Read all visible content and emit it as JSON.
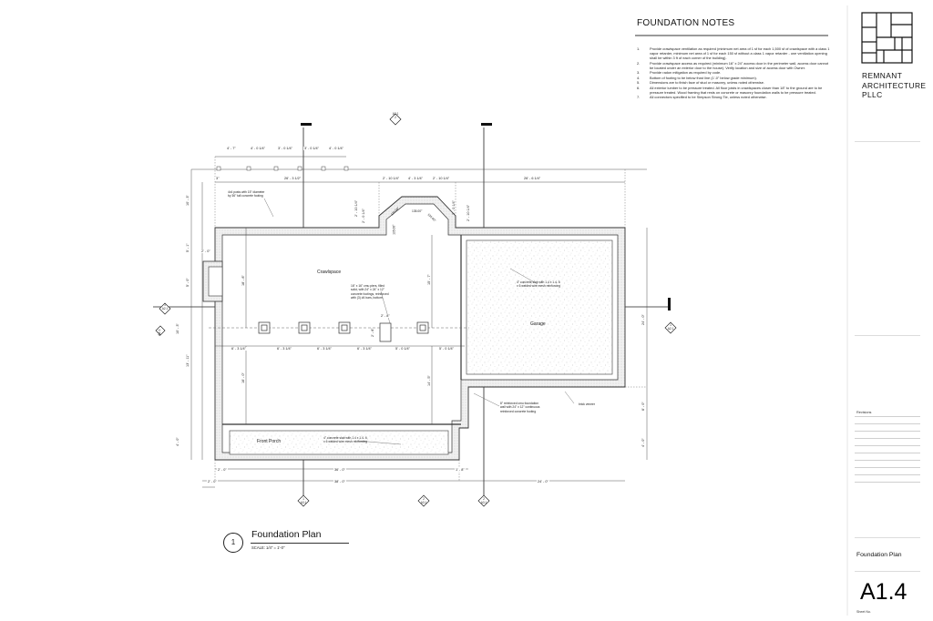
{
  "notes": {
    "title": "FOUNDATION NOTES",
    "items": [
      {
        "num": "1.",
        "text": "Provide crawlspace ventilation as required (minimum net area of 1 sf for each 1,500 sf of crawlspace with a class 1 vapor retarder, minimum net area of 1 sf for each 150 sf without a class 1 vapor retarder - one ventilation opening shall be within 3 ft of each corner of the building)."
      },
      {
        "num": "2.",
        "text": "Provide crawlspace access as required (minimum 16\" x 24\" access door in the perimeter wall, access door cannot be located under an exterior door to the house). Verify location and size of access door with Owner."
      },
      {
        "num": "3.",
        "text": "Provide radon mitigation as required by code."
      },
      {
        "num": "4.",
        "text": "Bottom of footing to be below frost line (1'-0\" below grade minimum)."
      },
      {
        "num": "5.",
        "text": "Dimensions are to finish face of stud or masonry, unless noted otherwise."
      },
      {
        "num": "6.",
        "text": "All exterior lumber to be pressure treated. All floor joists in crawlspaces closer than 18\" to the ground are to be pressure treated. Wood framing that rests on concrete or masonry foundation walls to be pressure treated."
      },
      {
        "num": "7.",
        "text": "All connectors specified to be Simpson Strong Tie, unless noted otherwise."
      }
    ]
  },
  "titleblock": {
    "firm_line1": "REMNANT",
    "firm_line2": "ARCHITECTURE",
    "firm_line3": "PLLC",
    "revisions_label": "Revisions",
    "sheet_title": "Foundation Plan",
    "sheet_number": "A1.4",
    "sheet_no_label": "Sheet No."
  },
  "plan": {
    "number": "1",
    "title": "Foundation Plan",
    "scale": "SCALE:  1/4\" = 1'-0\""
  },
  "rooms": {
    "crawlspace": "Crawlspace",
    "garage": "Garage",
    "front_porch": "Front Porch"
  },
  "annotations": {
    "post_footing_line1": "4x4 posts with 15\" diameter",
    "post_footing_line2": "by 36\" tall concrete footing",
    "piers_line1": "16\" x 16\" cmu piers, filled",
    "piers_line2": "solid, with 24\" x 24\" x 12\"",
    "piers_line3": "concrete footings, reinforced",
    "piers_line4": "with (3) #4 bars, bottom",
    "garage_slab_line1": "4\" concrete slab with 1.4 x 1.4- 6",
    "garage_slab_line2": "x 6 welded wire mesh reinforcing",
    "cmu_line1": "8\" reinforced cmu foundation",
    "cmu_line2": "wall with 24\" x 12\" continuous",
    "cmu_line3": "reinforced concrete footing",
    "brick_veneer": "brick veneer",
    "porch_slab_line1": "4\" concrete slab with 1.4 x 1.4- 6",
    "porch_slab_line2": "x 6 welded wire mesh reinforcing",
    "angle1": "135.00°",
    "angle2": "135.00°",
    "angle3": "135.00°",
    "angle4": "135.00°"
  },
  "dims": {
    "top_small": [
      "4' - 7\"",
      "4' - 0 1/4\"",
      "3' - 0 1/4\"",
      "3' - 0 1/4\"",
      "4' - 0 1/4\""
    ],
    "top_main_left_small": "3\"",
    "top_main_1": "26' - 3 1/2\"",
    "top_main_2": "2' - 10 1/4\"",
    "top_main_3": "4' - 3 1/4\"",
    "top_main_4": "2' - 10 1/4\"",
    "top_main_5": "26' - 6 1/4\"",
    "bay_diag_left": "2' - 10 1/4\"",
    "bay_diag_left2": "2' - 0 1/4\"",
    "bay_diag_right": "2' - 0 1/4\"",
    "bay_diag_right2": "2' - 10 1/4\"",
    "left_1": "10' - 3\"",
    "left_2": "5' - 1\"",
    "left_3": "5' - 0\"",
    "left_4": "10' - 3\"",
    "left_5": "13' - 11\"",
    "left_6": "4' - 0\"",
    "bump_width": "2' - 0\"",
    "interior_18": "18' - 8\"",
    "interior_16": "16' - 0\"",
    "interior_15": "15' - 7\"",
    "interior_14": "14' - 5\"",
    "pier_row": [
      "6' - 3 1/4\"",
      "6' - 3 1/4\"",
      "6' - 3 1/4\"",
      "6' - 3 1/4\"",
      "5' - 0 1/4\"",
      "5' - 0 1/4\""
    ],
    "access_w": "2' - 8\"",
    "access_h": "2' - 8\"",
    "right_1": "24' - 0\"",
    "right_2": "6' - 0\"",
    "right_3": "4' - 0\"",
    "bottom_1a": "2' - 0\"",
    "bottom_1b": "36' - 0\"",
    "bottom_1c": "1' - 8\"",
    "bottom_2a": "2' - 0\"",
    "bottom_2b": "38' - 0\"",
    "bottom_2c": "24' - 0\""
  },
  "markers": {
    "sec_top": {
      "num": "2",
      "sheet": "A2.1"
    },
    "sec_left": {
      "num": "1",
      "sheet": "A2.1"
    },
    "sec_right": {
      "num": "1",
      "sheet": "A2.1"
    },
    "sec_bottom_left": {
      "num": "1",
      "sheet": "A3.1"
    },
    "sec_bottom_mid": {
      "num": "2",
      "sheet": "A3.1"
    },
    "sec_bottom_right": {
      "num": "2",
      "sheet": "A3.1"
    },
    "left_side_tag": "A2.1"
  }
}
